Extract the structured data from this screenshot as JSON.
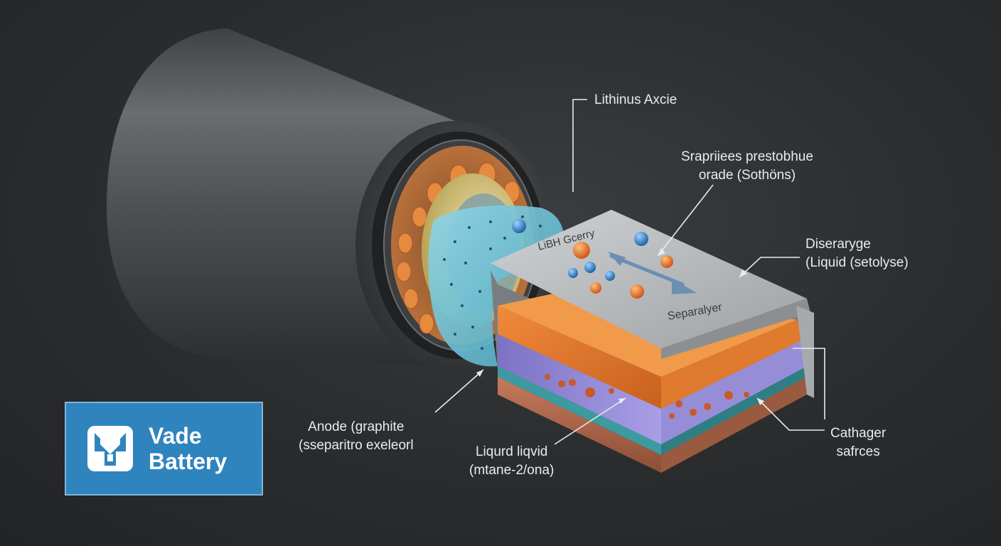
{
  "labels": {
    "lithium_oxide": "Lithinus Axcie",
    "surface_particles": [
      "Srapriiees prestobhue",
      "orade (Sothöns)"
    ],
    "discharge": [
      "Diseraryge",
      "(Liquid (setolyse)"
    ],
    "anode": [
      "Anode (graphite",
      "(sseparitro exeleorl"
    ],
    "liquid": [
      "Liqurd liqvid",
      "(mtane-2/ona)"
    ],
    "cathode": [
      "Cathager",
      "safrces"
    ],
    "top_face": "LiBH Gcerry",
    "separator": "Separalyer"
  },
  "brand": {
    "line1": "Vade",
    "line2": "Battery",
    "logo_icon": "battery-shield-icon",
    "background": "#2f84be"
  },
  "colors": {
    "background": "#2b2d2f",
    "cylinder_shell": "#4a4c4e",
    "copper_ring": "#b8703a",
    "electrode_gold": "#d9c77a",
    "electrolyte_blue": "#6fc3d8",
    "separator_gray": "#b9bcbe",
    "cathode_orange": "#e5792e",
    "anode_purple": "#8f84d6",
    "teal_layer": "#3c9aa0",
    "copper_base": "#b56a4c",
    "ion_orange": "#e76b1f",
    "ion_blue": "#2a7fc6"
  }
}
